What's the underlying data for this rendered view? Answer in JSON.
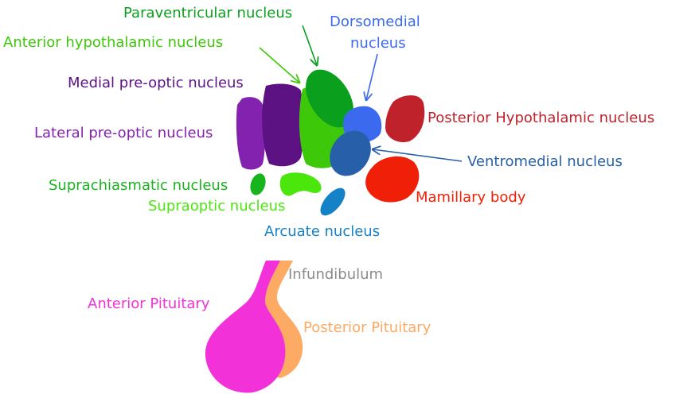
{
  "labels": {
    "paraventricular": "Paraventricular nucleus",
    "anterior_hypothalamic": "Anterior hypothalamic nucleus",
    "dorsomedial_line1": "Dorsomedial",
    "dorsomedial_line2": "nucleus",
    "medial_preoptic": "Medial pre-optic nucleus",
    "posterior_hypothalamic": "Posterior Hypothalamic nucleus",
    "lateral_preoptic": "Lateral pre-optic nucleus",
    "ventromedial": "Ventromedial nucleus",
    "suprachiasmatic": "Suprachiasmatic nucleus",
    "mamillary": "Mamillary body",
    "supraoptic": "Supraoptic nucleus",
    "arcuate": "Arcuate nucleus",
    "infundibulum": "Infundibulum",
    "anterior_pituitary": "Anterior Pituitary",
    "posterior_pituitary": "Posterior Pituitary"
  },
  "colors": {
    "paraventricular": "#0aa01e",
    "anterior_hypothalamic": "#3ec80a",
    "dorsomedial": "#3c6aee",
    "medial_preoptic": "#5c1282",
    "posterior_hypothalamic": "#c0222c",
    "lateral_preoptic": "#8422b0",
    "ventromedial": "#2760a8",
    "suprachiasmatic": "#18b41e",
    "mamillary": "#f02008",
    "supraoptic": "#4ae60c",
    "arcuate": "#1582c8",
    "infundibulum": "#8a8a8a",
    "anterior_pituitary": "#f232d8",
    "posterior_pituitary": "#fcaa64"
  }
}
